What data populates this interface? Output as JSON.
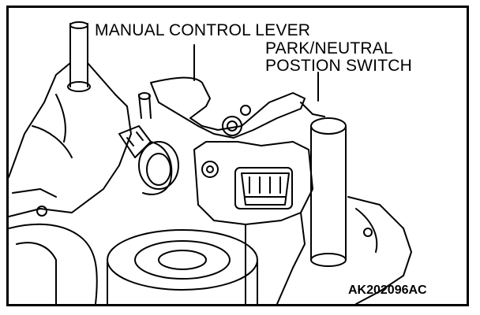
{
  "figure": {
    "labels": {
      "manual_control_lever": "MANUAL CONTROL LEVER",
      "switch_line1": "PARK/NEUTRAL",
      "switch_line2": "POSTION SWITCH"
    },
    "code": "AK202096AC"
  }
}
